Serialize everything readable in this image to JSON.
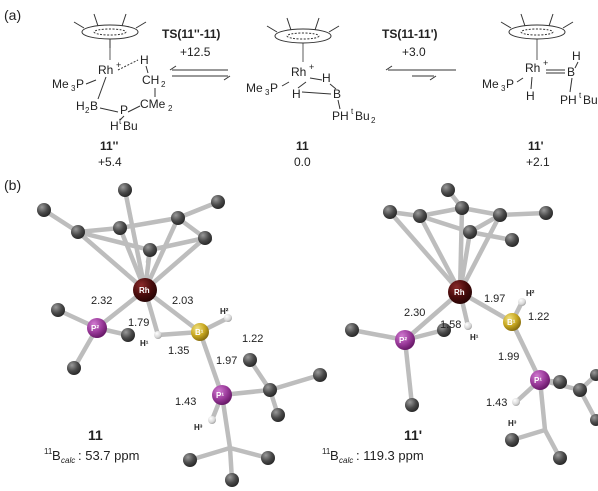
{
  "panel_a": {
    "label": "(a)",
    "ts_left": {
      "name": "TS(11''-11)",
      "energy": "+12.5"
    },
    "ts_right": {
      "name": "TS(11-11')",
      "energy": "+3.0"
    },
    "left": {
      "id": "11''",
      "energy": "+5.4",
      "labels": {
        "rh": "Rh",
        "plus": "+",
        "me3p": "Me",
        "me3p_sub": "3",
        "me3p_p": "P",
        "h": "H",
        "ch2": "CH",
        "ch2_sub": "2",
        "h2b": "H",
        "h2b_sub": "2",
        "h2b_b": "B",
        "p": "P",
        "cme2": "CMe",
        "cme2_sub": "2",
        "htbu": "H",
        "htbu_sup": "t",
        "htbu_bu": "Bu"
      }
    },
    "center": {
      "id": "11",
      "energy": "0.0",
      "labels": {
        "rh": "Rh",
        "plus": "+",
        "me3p": "Me",
        "me3p_sub": "3",
        "me3p_p": "P",
        "h1": "H",
        "h2": "H",
        "b": "B",
        "ph": "PH",
        "ph_sup": "t",
        "ph_bu": "Bu",
        "ph_sub": "2"
      }
    },
    "right": {
      "id": "11'",
      "energy": "+2.1",
      "labels": {
        "rh": "Rh",
        "plus": "+",
        "me3p": "Me",
        "me3p_sub": "3",
        "me3p_p": "P",
        "h1": "H",
        "h2": "H",
        "b": "B",
        "ph": "PH",
        "ph_sup": "t",
        "ph_bu": "Bu"
      }
    }
  },
  "panel_b": {
    "label": "(b)",
    "left": {
      "id": "11",
      "shift_prefix": "11",
      "shift_b": "B",
      "shift_sub": "calc",
      "shift_value": ": 53.7 ppm",
      "atoms": {
        "rh": "Rh",
        "p2": "P²",
        "b1": "B¹",
        "p1": "P¹",
        "h1": "H¹",
        "h2": "H²",
        "h3": "H³"
      },
      "distances": {
        "rh_p2": "2.32",
        "rh_b": "2.03",
        "rh_h1": "1.79",
        "b_h2": "1.22",
        "b_h1": "1.35",
        "b_p1": "1.97",
        "p1_h3": "1.43"
      }
    },
    "right": {
      "id": "11'",
      "shift_prefix": "11",
      "shift_b": "B",
      "shift_sub": "calc",
      "shift_value": ": 119.3 ppm",
      "atoms": {
        "rh": "Rh",
        "p2": "P²",
        "b1": "B¹",
        "p1": "P¹",
        "h1": "H¹",
        "h2": "H²",
        "h3": "H³"
      },
      "distances": {
        "rh_p2": "2.30",
        "rh_b": "1.97",
        "rh_h1": "1.58",
        "b_h2": "1.22",
        "b_p1": "1.99",
        "p1_h3": "1.43"
      }
    }
  }
}
